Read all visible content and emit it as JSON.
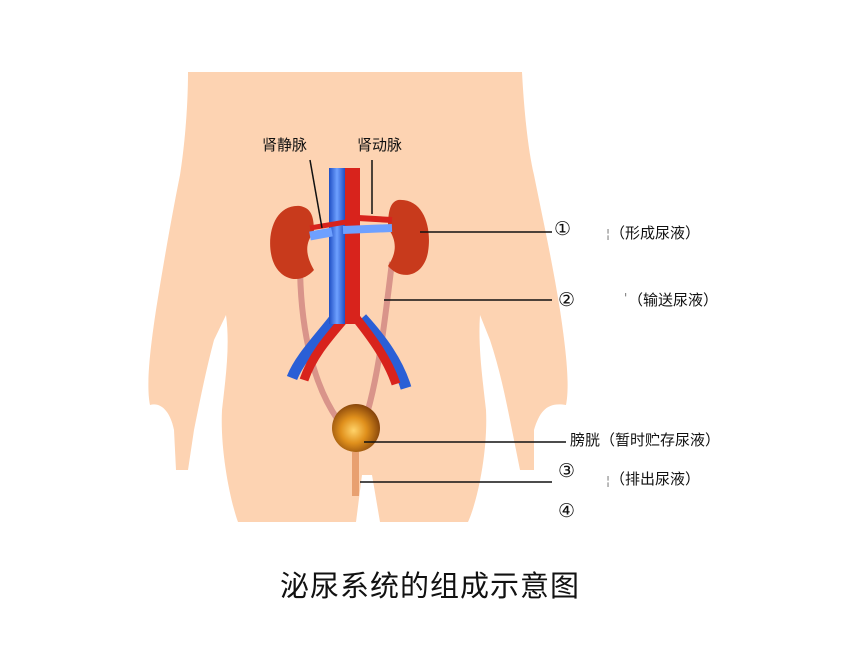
{
  "labels": {
    "renal_vein": "肾静脉",
    "renal_artery": "肾动脉",
    "marker_1": "①",
    "marker_2": "②",
    "marker_3": "③",
    "marker_4": "④",
    "kidney_function": "（形成尿液）",
    "ureter_function": "（输送尿液）",
    "bladder": "膀胱（暂时贮存尿液）",
    "urethra_function": "（排出尿液）"
  },
  "caption": "泌尿系统的组成示意图",
  "colors": {
    "body": "#fdd3b2",
    "kidney": "#c83a1c",
    "artery": "#d8231c",
    "vein": "#2a5fd6",
    "ureter": "#d9948a",
    "bladder": "#b5620e"
  }
}
